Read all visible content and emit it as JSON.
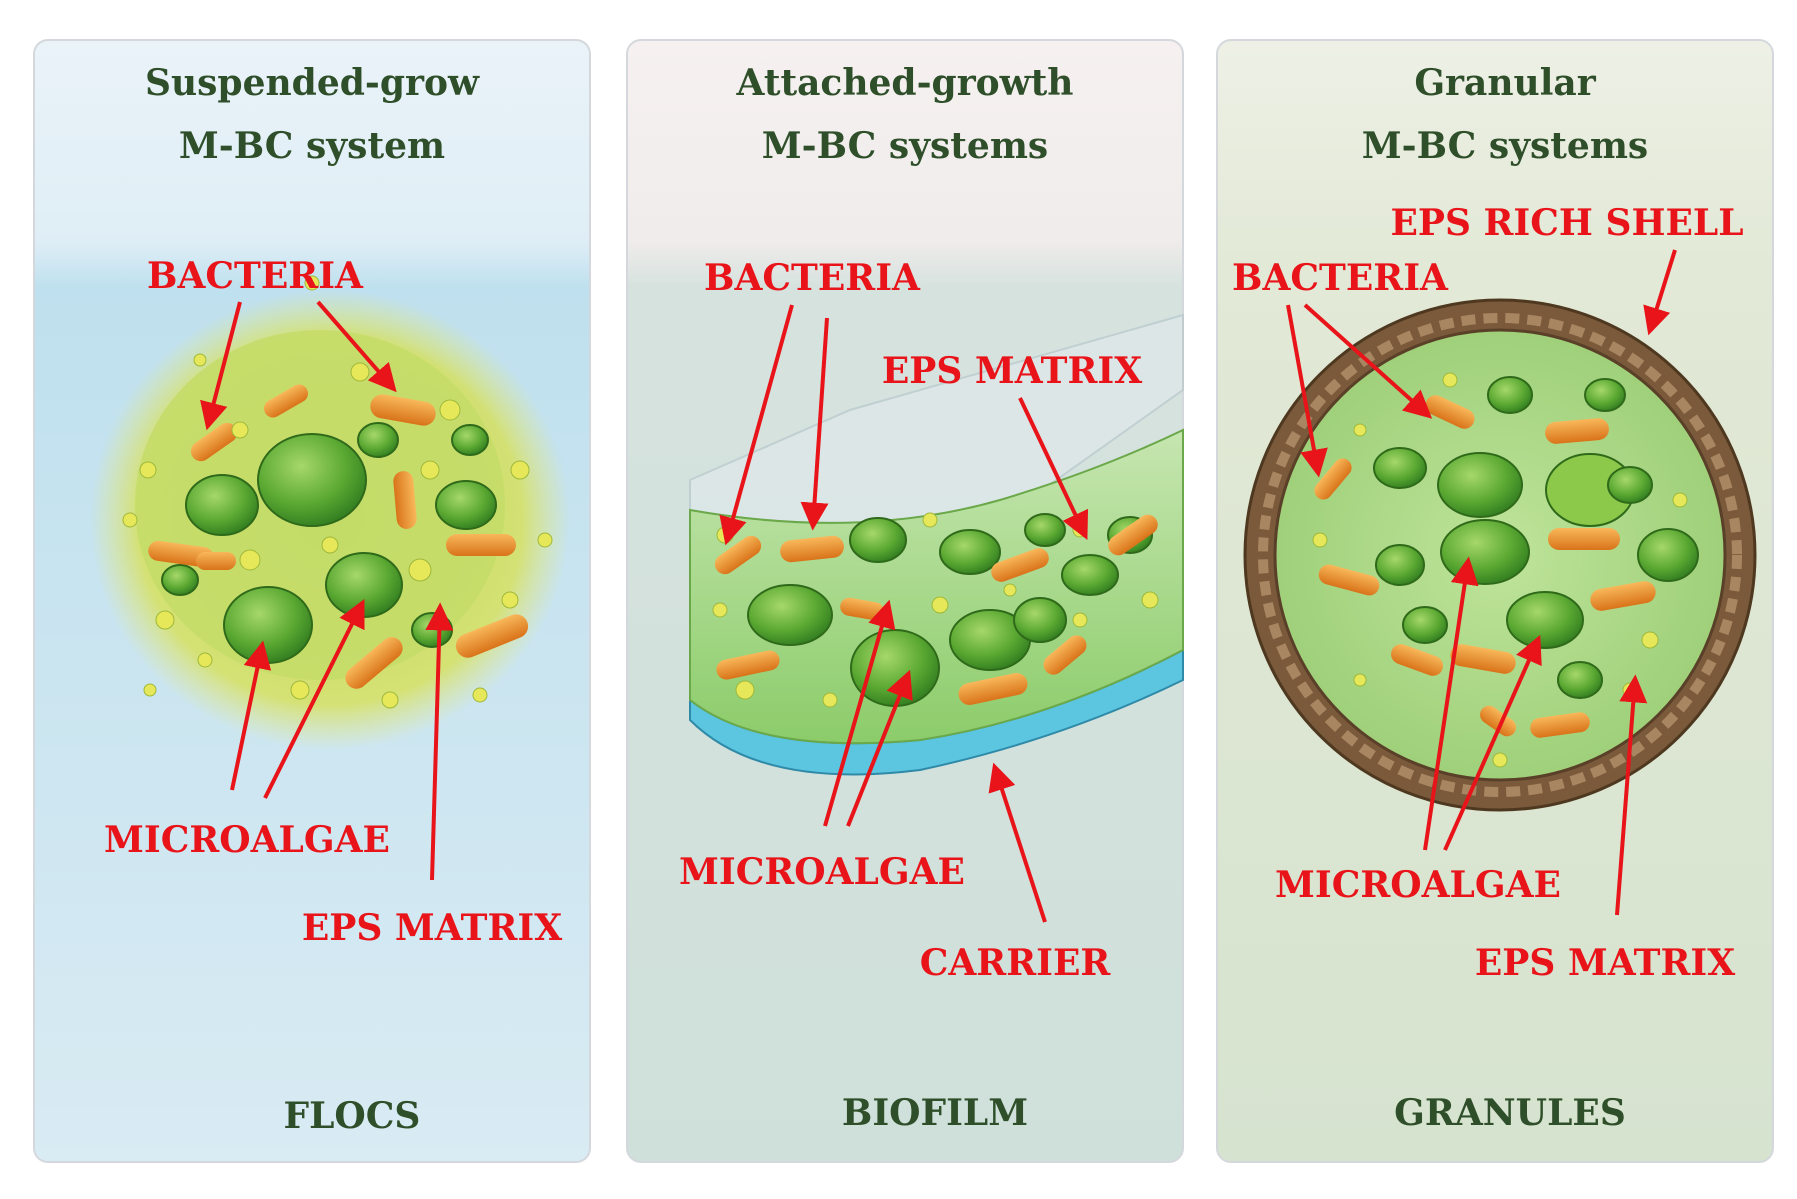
{
  "panels": [
    {
      "title_line1": "Suspended-grow",
      "title_line2": "M-BC system",
      "footer": "FLOCS",
      "labels": {
        "bacteria": "BACTERIA",
        "microalgae": "MICROALGAE",
        "eps_matrix": "EPS MATRIX"
      }
    },
    {
      "title_line1": "Attached-growth",
      "title_line2": "M-BC systems",
      "footer": "BIOFILM",
      "labels": {
        "bacteria": "BACTERIA",
        "eps_matrix": "EPS MATRIX",
        "microalgae": "MICROALGAE",
        "carrier": "CARRIER"
      }
    },
    {
      "title_line1": "Granular",
      "title_line2": "M-BC systems",
      "footer": "GRANULES",
      "labels": {
        "eps_shell": "EPS RICH SHELL",
        "bacteria": "BACTERIA",
        "microalgae": "MICROALGAE",
        "eps_matrix": "EPS MATRIX"
      }
    }
  ],
  "colors": {
    "label_red": "#e8141a",
    "title_green": "#2f4f2a",
    "microalgae_green": "#5aa832",
    "bacteria_orange": "#f0912a",
    "eps_yellow": "#d8e04a",
    "carrier_blue": "#5cc6e0",
    "shell_brown": "#7a5a3a"
  }
}
